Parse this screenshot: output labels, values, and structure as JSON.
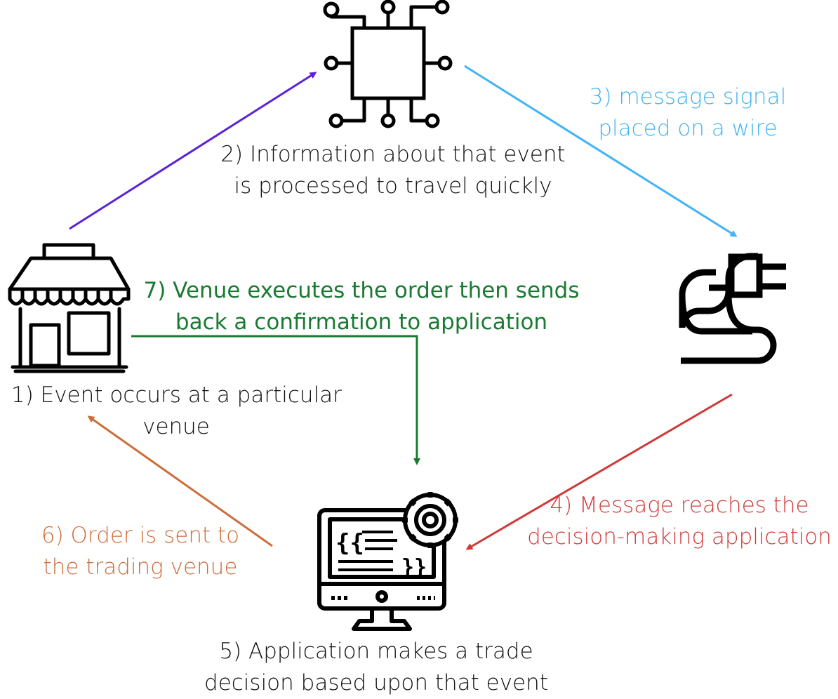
{
  "diagram": {
    "steps": [
      {
        "id": "step1",
        "lines": [
          "1) Event occurs at a particular",
          "venue"
        ],
        "color": "#111111"
      },
      {
        "id": "step2",
        "lines": [
          "2) Information about that event",
          "is processed to travel quickly"
        ],
        "color": "#111111"
      },
      {
        "id": "step3",
        "lines": [
          "3) message signal",
          "placed on a wire"
        ],
        "color": "#43b4f2"
      },
      {
        "id": "step4",
        "lines": [
          "4) Message reaches the",
          "decision-making application"
        ],
        "color": "#cf3a3a"
      },
      {
        "id": "step5",
        "lines": [
          "5) Application makes a trade",
          "decision based upon that event"
        ],
        "color": "#111111"
      },
      {
        "id": "step6",
        "lines": [
          "6) Order is sent to",
          "the trading venue"
        ],
        "color": "#cc6d3a"
      },
      {
        "id": "step7",
        "lines": [
          "7) Venue executes the order then sends",
          "back a confirmation to application"
        ],
        "color": "#1a7a32"
      }
    ],
    "icons": {
      "venue": "storefront-icon",
      "processor": "cpu-chip-icon",
      "wire": "plug-cable-icon",
      "application": "computer-gear-icon"
    },
    "arrow_colors": {
      "event_to_processor": "#5b22d6",
      "processor_to_wire": "#43b4f2",
      "wire_to_application": "#cf3a3a",
      "application_to_venue": "#cc6d3a",
      "venue_to_application": "#1a7a32"
    }
  }
}
